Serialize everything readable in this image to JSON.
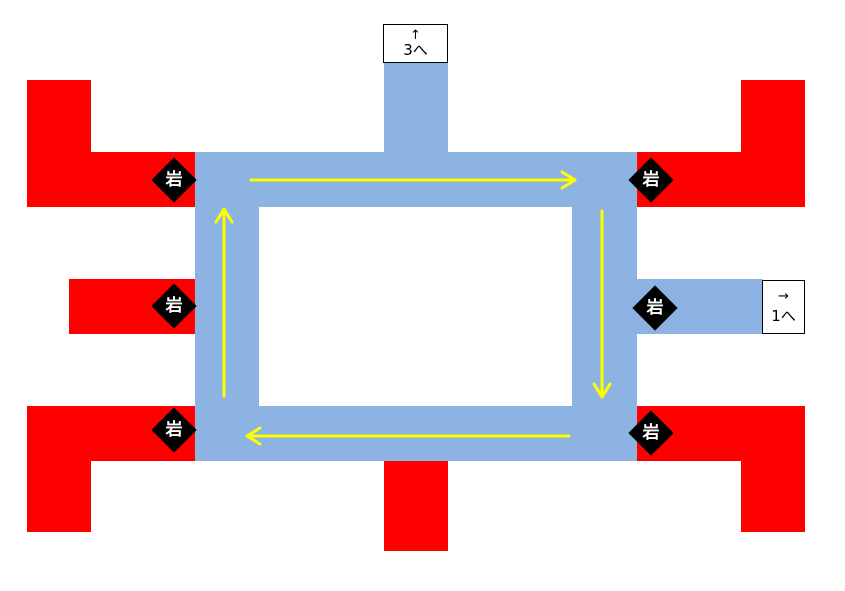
{
  "colors": {
    "wall": "#ff0000",
    "corridor": "#8db3e2",
    "flow_arrow": "#ffff00",
    "rock_marker": "#000000"
  },
  "rock_label": "岩",
  "signs": {
    "north": {
      "arrow": "↑",
      "label": "3へ"
    },
    "east": {
      "arrow": "→",
      "label": "1へ"
    }
  },
  "flow": [
    "right",
    "down",
    "left",
    "up"
  ]
}
